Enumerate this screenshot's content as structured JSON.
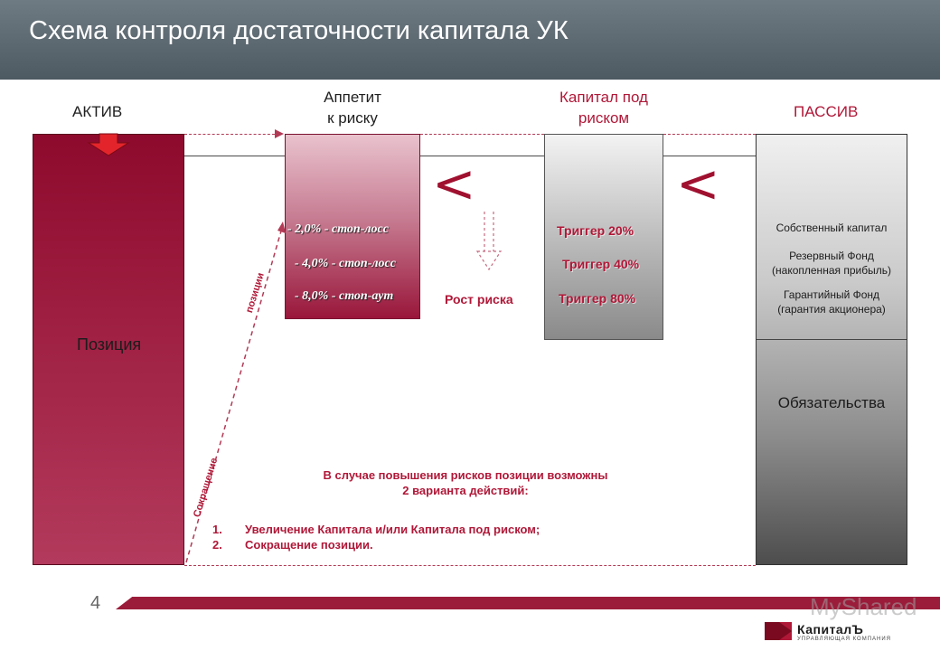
{
  "header": {
    "title": "Схема контроля достаточности капитала УК"
  },
  "columns": {
    "aktiv": "АКТИВ",
    "appetit_line1": "Аппетит",
    "appetit_line2": "к риску",
    "capital_line1": "Капитал под",
    "capital_line2": "риском",
    "passiv": "ПАССИВ"
  },
  "aktiv_block": {
    "label": "Позиция"
  },
  "signs": {
    "less_than": "<"
  },
  "stops": [
    {
      "label": "- 2,0% - стоп-лосс"
    },
    {
      "label": "- 4,0% - стоп-лосс"
    },
    {
      "label": "- 8,0% - стоп-аут"
    }
  ],
  "risk_growth": "Рост риска",
  "triggers": [
    {
      "label": "Триггер 20%"
    },
    {
      "label": "Триггер 40%"
    },
    {
      "label": "Триггер 80%"
    }
  ],
  "passiv_block": {
    "equity": "Собственный капитал",
    "reserve_line1": "Резервный Фонд",
    "reserve_line2": "(накопленная прибыль)",
    "guarantee_line1": "Гарантийный Фонд",
    "guarantee_line2": "(гарантия акционера)",
    "liabilities": "Обязательства"
  },
  "arrow_labels": {
    "reduction": "Сокращение",
    "position": "позиции"
  },
  "note": {
    "title_line1": "В случае повышения рисков позиции возможны",
    "title_line2": "2 варианта действий:",
    "items": [
      {
        "num": "1.",
        "text": "Увеличение Капитала и/или Капитала под риском;"
      },
      {
        "num": "2.",
        "text": "Сокращение позиции."
      }
    ]
  },
  "footer": {
    "page_number": "4",
    "logo_name": "КапиталЪ",
    "logo_sub": "УПРАВЛЯЮЩАЯ КОМПАНИЯ",
    "watermark": "MyShared"
  },
  "colors": {
    "accent": "#b01838",
    "dark_red": "#8e0a2d",
    "header": "#5a666e"
  }
}
